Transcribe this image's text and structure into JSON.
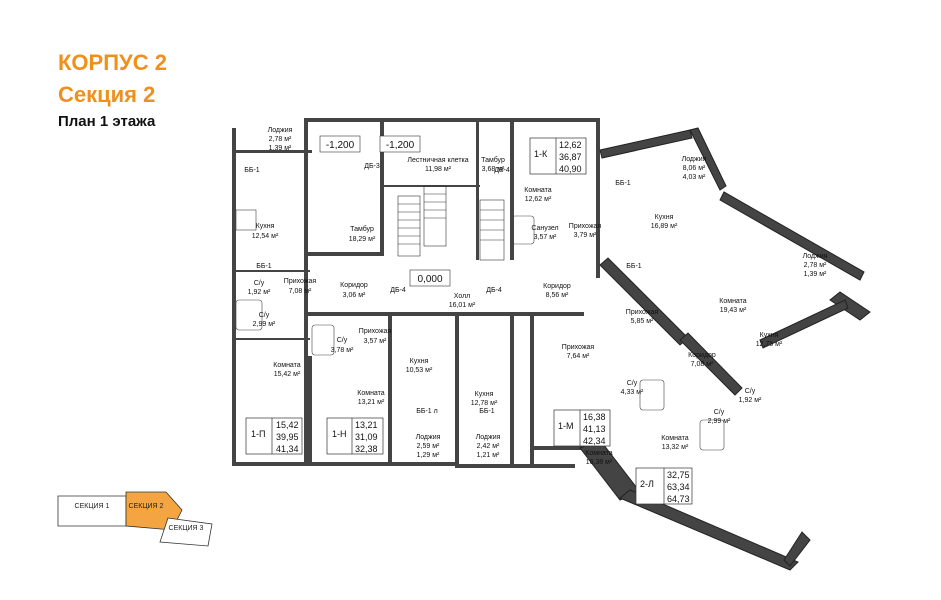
{
  "header": {
    "building": "КОРПУС 2",
    "section": "Секция 2",
    "plan": "План 1 этажа"
  },
  "levels": [
    "-1,200",
    "-1,200",
    "0,000"
  ],
  "rooms": [
    {
      "name": "Лоджия",
      "area": "2,78 м²",
      "area2": "1,39 м²"
    },
    {
      "name": "Лестничная клетка",
      "area": "11,98 м²"
    },
    {
      "name": "Тамбур",
      "area": "3,68 м²"
    },
    {
      "name": "Кухня",
      "area": "12,54 м²"
    },
    {
      "name": "Тамбур",
      "area": "18,29 м²"
    },
    {
      "name": "Прихожая",
      "area": "7,08 м²"
    },
    {
      "name": "Коридор",
      "area": "3,06 м²"
    },
    {
      "name": "Холл",
      "area": "16,01 м²"
    },
    {
      "name": "С/у",
      "area": "1,92 м²"
    },
    {
      "name": "С/у",
      "area": "2,99 м²"
    },
    {
      "name": "Прихожая",
      "area": "3,57 м²"
    },
    {
      "name": "С/у",
      "area": "3,78 м²"
    },
    {
      "name": "Комната",
      "area": "15,42 м²"
    },
    {
      "name": "Кухня",
      "area": "10,53 м²"
    },
    {
      "name": "Комната",
      "area": "13,21 м²"
    },
    {
      "name": "Кухня",
      "area": "12,78 м²"
    },
    {
      "name": "Лоджия",
      "area": "2,59 м²",
      "area2": "1,29 м²"
    },
    {
      "name": "Лоджия",
      "area": "2,42 м²",
      "area2": "1,21 м²"
    },
    {
      "name": "Комната",
      "area": "12,62 м²"
    },
    {
      "name": "Санузел",
      "area": "3,57 м²"
    },
    {
      "name": "Прихожая",
      "area": "3,79 м²"
    },
    {
      "name": "Коридор",
      "area": "8,56 м²"
    },
    {
      "name": "Прихожая",
      "area": "7,64 м²"
    },
    {
      "name": "Комната",
      "area": "16,38 м²"
    },
    {
      "name": "Лоджия",
      "area": "8,06 м²",
      "area2": "4,03 м²"
    },
    {
      "name": "Кухня",
      "area": "16,89 м²"
    },
    {
      "name": "Прихожая",
      "area": "5,85 м²"
    },
    {
      "name": "С/у",
      "area": "4,33 м²"
    },
    {
      "name": "Лоджия",
      "area": "2,78 м²",
      "area2": "1,39 м²"
    },
    {
      "name": "Комната",
      "area": "19,43 м²"
    },
    {
      "name": "Кухня",
      "area": "12,75 м²"
    },
    {
      "name": "Коридор",
      "area": "7,08 м²"
    },
    {
      "name": "С/у",
      "area": "1,92 м²"
    },
    {
      "name": "С/у",
      "area": "2,99 м²"
    },
    {
      "name": "Комната",
      "area": "13,32 м²"
    }
  ],
  "apartments": [
    {
      "code": "1-П",
      "v1": "15,42",
      "v2": "39,95",
      "v3": "41,34"
    },
    {
      "code": "1-Н",
      "v1": "13,21",
      "v2": "31,09",
      "v3": "32,38"
    },
    {
      "code": "1-М",
      "v1": "16,38",
      "v2": "41,13",
      "v3": "42,34"
    },
    {
      "code": "1-К",
      "v1": "12,62",
      "v2": "36,87",
      "v3": "40,90"
    },
    {
      "code": "2-Л",
      "v1": "32,75",
      "v2": "63,34",
      "v3": "64,73"
    }
  ],
  "misc_marks": [
    "ББ-1",
    "ББ-1",
    "ББ-1",
    "ББ-1",
    "ББ-1",
    "ББ-1 л",
    "ДБ-3",
    "ДБ-4",
    "ДБ-4",
    "ДБ-4"
  ],
  "key_plan": {
    "sections": [
      "СЕКЦИЯ 1",
      "СЕКЦИЯ 2",
      "СЕКЦИЯ 3"
    ],
    "active_color": "#f4a541",
    "inactive_color": "#ffffff"
  },
  "colors": {
    "accent": "#f0901c"
  }
}
